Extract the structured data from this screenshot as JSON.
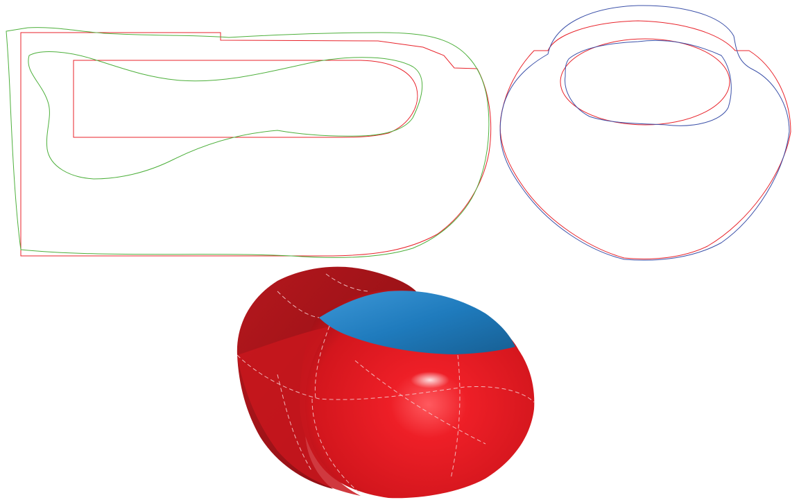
{
  "colors": {
    "background": "#ffffff",
    "profile_green": "#4caf3a",
    "profile_red": "#e8222a",
    "profile_blue": "#3a4fa8",
    "surface_red": "#e01b24",
    "surface_dark_red": "#a3151b",
    "surface_blue": "#1f78b8"
  },
  "panels": {
    "side_profile": {
      "curves": [
        "red",
        "green"
      ]
    },
    "front_profile": {
      "curves": [
        "red",
        "blue"
      ]
    },
    "surface_model": {
      "patches": [
        "red",
        "dark-red",
        "blue"
      ]
    }
  }
}
